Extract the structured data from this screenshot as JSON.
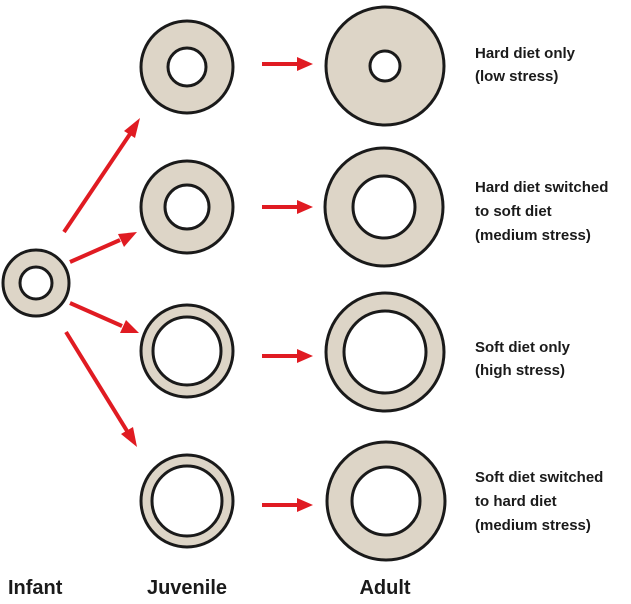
{
  "stages": {
    "infant": "Infant",
    "juvenile": "Juvenile",
    "adult": "Adult"
  },
  "conditions": [
    {
      "lines": [
        "Hard diet only",
        "(low stress)"
      ]
    },
    {
      "lines": [
        "Hard diet switched",
        "to soft diet",
        "(medium stress)"
      ]
    },
    {
      "lines": [
        "Soft diet only",
        "(high stress)"
      ]
    },
    {
      "lines": [
        "Soft diet switched",
        "to hard diet",
        "(medium stress)"
      ]
    }
  ],
  "colors": {
    "bone": "#ddd5c7",
    "outline": "#1a1a1a",
    "arrow": "#e01b22",
    "lumen": "#ffffff"
  }
}
